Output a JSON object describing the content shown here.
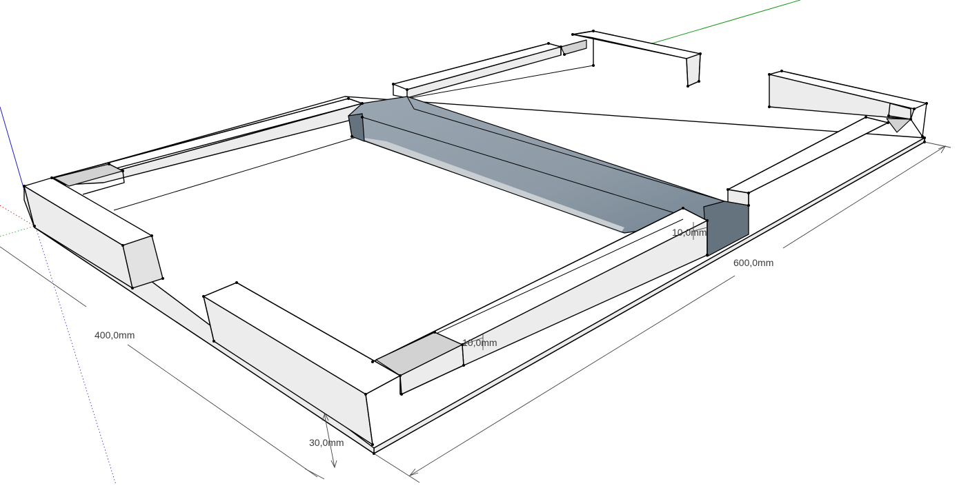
{
  "dimensions": {
    "length": "600,0mm",
    "width": "400,0mm",
    "base_height": "30,0mm",
    "wall_front": "10,0mm",
    "wall_right": "10,0mm"
  },
  "colors": {
    "x_axis": "#c00000",
    "y_axis": "#1a9a1a",
    "z_axis": "#1a1acc",
    "selection": "#8c99a6",
    "edge": "#000000"
  }
}
